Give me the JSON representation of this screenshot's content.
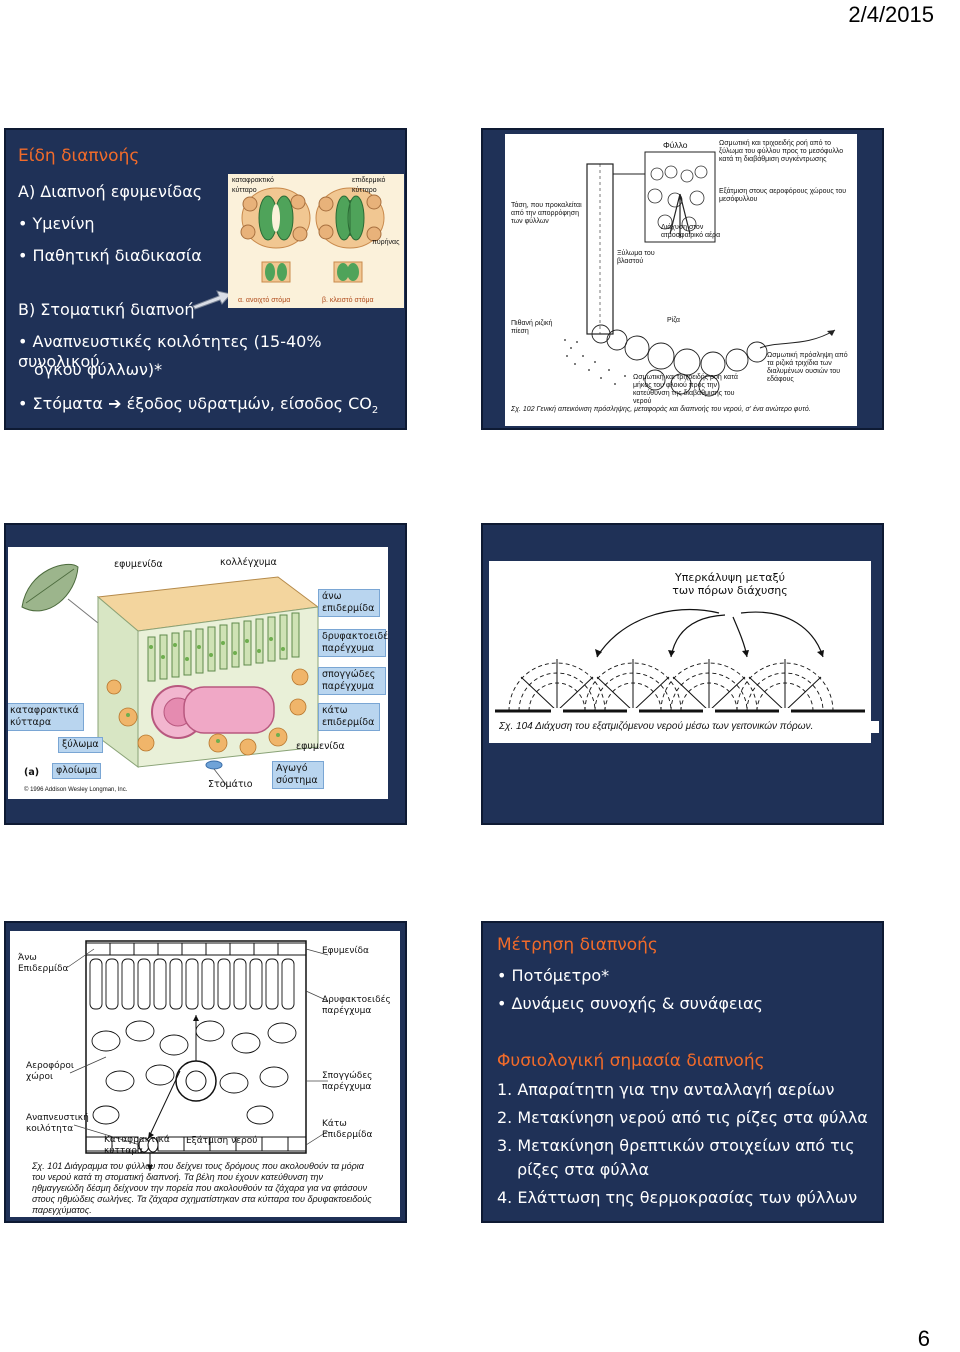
{
  "header": {
    "date": "2/4/2015"
  },
  "footer": {
    "page_number": "6"
  },
  "slide1": {
    "title": "Είδη διαπνοής",
    "sec_a": "Α) Διαπνοή εφυμενίδας",
    "bullets_a": [
      "Υμενίνη",
      "Παθητική διαδικασία"
    ],
    "sec_b": "Β) Στοματική διαπνοή",
    "bullet_b1_line1": "Αναπνευστικές κοιλότητες (15-40% συνολικού",
    "bullet_b1_line2": "όγκου φύλλων)*",
    "bullet_b2_pre": "Στόματα",
    "bullet_b2_post": "έξοδος υδρατμών, είσοδος CO",
    "bullet_b2_sub": "2",
    "figure": {
      "label_guard_cell": "καταφρακτικό κύτταρο",
      "label_epidermal_cell": "επιδερμικό κύτταρο",
      "label_nucleus": "πυρήνας",
      "caption_open": "α. ανοιχτό στόμα",
      "caption_closed": "β. κλειστό στόμα"
    }
  },
  "slide2": {
    "label_leaf": "Φύλλο",
    "label_osmotic_leaf": "Ωσμωτική και τριχοειδής ροή από το ξύλωμα του φύλλου προς το μεσόφυλλο κατά τη διαβάθμιση συγκέντρωσης",
    "label_evaporation": "Εξάτμιση στους αεροφόρους χώρους του μεσόφυλλου",
    "label_tension": "Τάση, που προκαλείται από την απορρόφηση των φύλλων",
    "label_diffusion": "Διάχυση στον ατμοσφαιρικό αέρα",
    "label_stem_xylem": "Ξύλωμα του βλαστού",
    "label_root_pressure": "Πιθανή ριζική πίεση",
    "label_root": "Ρίζα",
    "label_osmotic_uptake": "Ωσμωτική πρόσληψη από τα ριζικά τριχίδια των διαλυμένων ουσιών του εδάφους",
    "label_osmotic_root": "Ωσμωτική και τριχοειδής ροή κατά μήκος του φλοιού προς την κατεύθυνση της διαβάθμισης του νερού",
    "caption": "Σχ. 102  Γενική απεικόνιση πρόσληψης, μεταφοράς και διαπνοής του νερού, σ' ένα ανώτερο φυτό."
  },
  "slide3": {
    "labels": {
      "cuticle_top": "εφυμενίδα",
      "collenchyma": "κολλέγχυμα",
      "upper_epidermis": "άνω επιδερμίδα",
      "palisade": "δρυφακτοειδές παρέγχυμα",
      "spongy": "σπογγώδες παρέγχυμα",
      "guard_cells": "καταφρακτικά κύτταρα",
      "lower_epidermis": "κάτω επιδερμίδα",
      "xylem": "ξύλωμα",
      "cuticle_bottom": "εφυμενίδα",
      "panel_letter": "(a)",
      "phloem": "φλοίωμα",
      "stoma": "Στομάτιο",
      "vascular": "Αγωγό σύστημα",
      "copyright": "© 1996 Addison Wesley Longman, Inc."
    }
  },
  "slide4": {
    "overlap_label": "Υπερκάλυψη μεταξύ των πόρων διάχυσης",
    "caption": "Σχ. 104 Διάχυση του εξατμιζόμενου νερού μέσω των γειτονικών πόρων."
  },
  "slide5": {
    "labels": {
      "upper_epidermis": "Άνω Επιδερμίδα",
      "cuticle": "Εφυμενίδα",
      "palisade": "Δρυφακτοειδές παρέγχυμα",
      "air_spaces": "Αεροφόροι χώροι",
      "spongy": "Σπογγώδες παρέγχυμα",
      "respiratory_cavity": "Αναπνευστική κοιλότητα",
      "lower_epidermis": "Κάτω Επιδερμίδα",
      "guard_cell": "Καταφρακτικά κύτταρα",
      "water_exit": "Εξάτμιση νερού"
    },
    "caption": "Σχ. 101  Διάγραμμα του φύλλου που δείχνει τους δρόμους που ακολουθούν τα μόρια του νερού κατά τη στοματική διαπνοή. Τα βέλη που έχουν κατεύθυνση την ηθμαγγειώδη δέσμη δείχνουν την πορεία που ακολουθούν τα ζάχαρα για να φτάσουν στους ηθμώδεις σωλήνες. Τα ζάχαρα σχηματίστηκαν στα κύτταρα του δρυφακτοειδούς παρεγχύματος."
  },
  "slide6": {
    "title1": "Μέτρηση διαπνοής",
    "bullets": [
      "Ποτόμετρο*",
      "Δυνάμεις συνοχής & συνάφειας"
    ],
    "title2": "Φυσιολογική σημασία διαπνοής",
    "items": [
      "1.  Απαραίτητη για την ανταλλαγή αερίων",
      "2.  Μετακίνηση νερού από τις ρίζες στα φύλλα",
      "3.  Μετακίνηση θρεπτικών στοιχείων από τις",
      "ρίζες στα φύλλα",
      "4.  Ελάττωση της θερμοκρασίας των φύλλων"
    ]
  },
  "colors": {
    "slide_bg": "#1f3157",
    "title": "#f26b2a",
    "text": "#ffffff"
  }
}
